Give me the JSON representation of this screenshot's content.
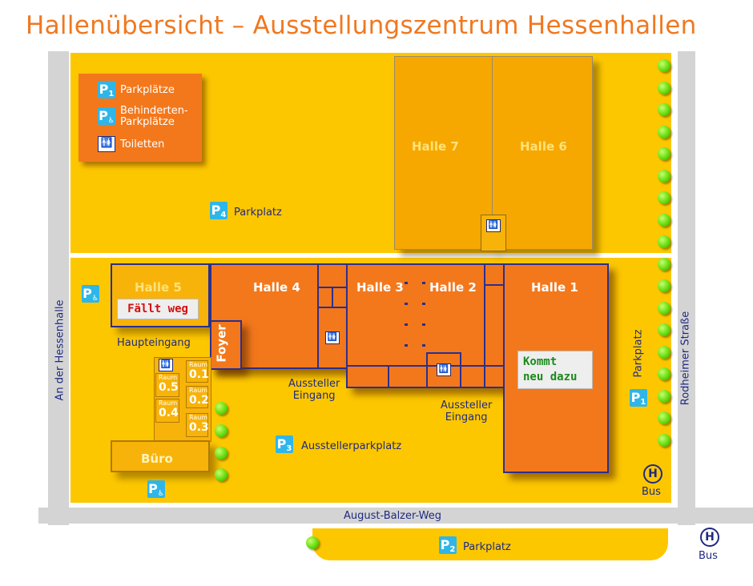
{
  "title": "Hallenübersicht – Ausstellungszentrum Hessenhallen",
  "legend": {
    "items": [
      {
        "badge": "P",
        "sub": "1",
        "label": "Parkplätze"
      },
      {
        "badge": "P",
        "sub": "♿",
        "label_line1": "Behinderten-",
        "label_line2": "Parkplätze"
      },
      {
        "badge": "🚻",
        "label": "Toiletten"
      }
    ]
  },
  "halls": {
    "h7": "Halle 7",
    "h6": "Halle 6",
    "h5": "Halle 5",
    "h4": "Halle 4",
    "h3": "Halle 3",
    "h2": "Halle 2",
    "h1": "Halle 1",
    "foyer": "Foyer",
    "buero": "Büro"
  },
  "rooms": [
    {
      "top": "Raum",
      "num": "0.5"
    },
    {
      "top": "Raum",
      "num": "0.4"
    },
    {
      "top": "Raum",
      "num": "0.1"
    },
    {
      "top": "Raum",
      "num": "0.2"
    },
    {
      "top": "Raum",
      "num": "0.3"
    }
  ],
  "notes": {
    "faellt_weg": "Fällt weg",
    "kommt_line1": "Kommt",
    "kommt_line2": "neu dazu"
  },
  "labels": {
    "haupteingang": "Haupteingang",
    "aussteller1_line1": "Aussteller",
    "aussteller1_line2": "Eingang",
    "aussteller2_line1": "Aussteller",
    "aussteller2_line2": "Eingang",
    "p4": "Parkplatz",
    "p3": "Ausstellerparkplatz",
    "p2": "Parkplatz",
    "p1": "Parkplatz",
    "bus1": "Bus",
    "bus2": "Bus",
    "bus_symbol": "H"
  },
  "parking_badges": {
    "p4": {
      "letter": "P",
      "sub": "4"
    },
    "p3": {
      "letter": "P",
      "sub": "3"
    },
    "p2": {
      "letter": "P",
      "sub": "2"
    },
    "p1": {
      "letter": "P",
      "sub": "1"
    },
    "disabled": {
      "letter": "P",
      "sub": "♿"
    }
  },
  "streets": {
    "west": "An der Hessenhalle",
    "south": "August-Balzer-Weg",
    "east": "Rodheimer Straße"
  },
  "colors": {
    "plot": "#fdc700",
    "hall_red": "#f3781c",
    "hall_orange": "#f6a800",
    "wall": "#2b2f8f",
    "tree": "#5fd90a",
    "parking_badge": "#2fb6e8"
  }
}
